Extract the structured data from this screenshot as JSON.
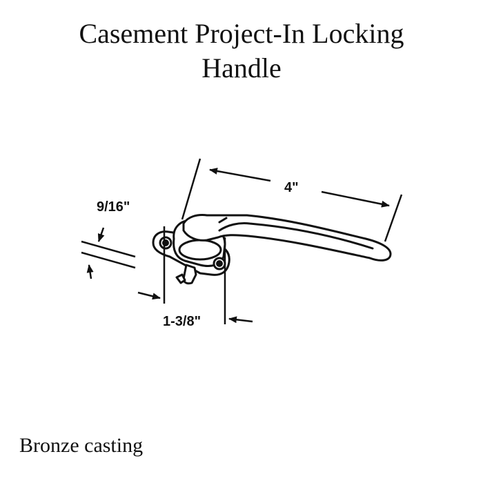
{
  "title": {
    "line1": "Casement Project-In Locking",
    "line2": "Handle"
  },
  "dimensions": {
    "length": "4\"",
    "thickness": "9/16\"",
    "base_width": "1-3/8\""
  },
  "caption": "Bronze casting",
  "colors": {
    "ink": "#111111",
    "background": "#ffffff"
  }
}
